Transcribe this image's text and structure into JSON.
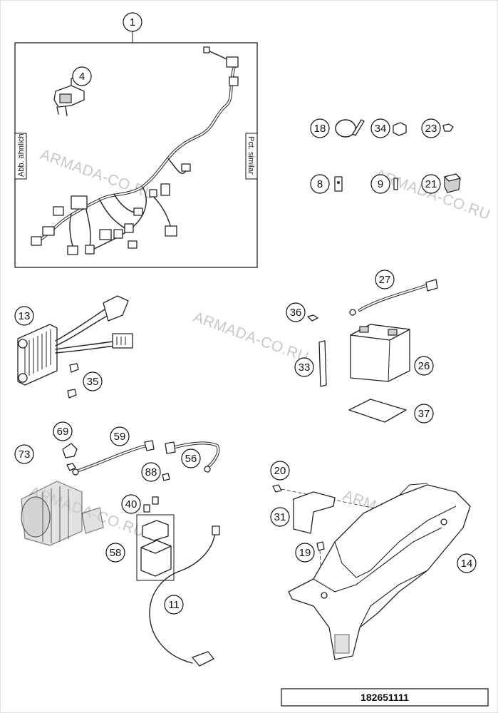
{
  "watermark": "ARMADA-CO.RU",
  "harness_box": {
    "left_label": "Abb. ähnlich",
    "right_label": "Pct. similar"
  },
  "callouts": {
    "c1": "1",
    "c4": "4",
    "c8": "8",
    "c9": "9",
    "c11": "11",
    "c13": "13",
    "c14": "14",
    "c18": "18",
    "c19": "19",
    "c20": "20",
    "c21": "21",
    "c23": "23",
    "c26": "26",
    "c27": "27",
    "c31": "31",
    "c33": "33",
    "c34": "34",
    "c35": "35",
    "c36": "36",
    "c37": "37",
    "c40": "40",
    "c56": "56",
    "c58": "58",
    "c59": "59",
    "c69": "69",
    "c73": "73",
    "c88": "88"
  },
  "diagram_code": "182651111"
}
